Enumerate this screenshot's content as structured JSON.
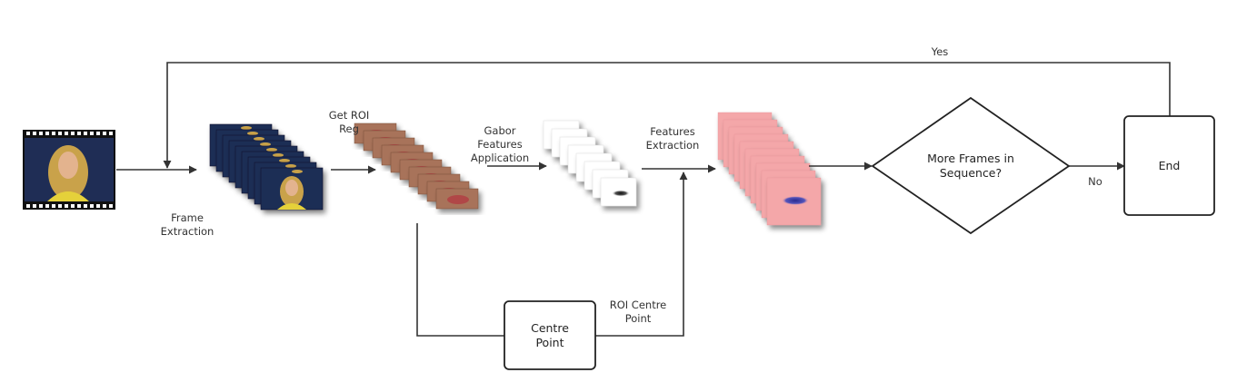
{
  "nodes": {
    "end": {
      "label": "End"
    },
    "centre_point": {
      "label_line1": "Centre",
      "label_line2": "Point"
    },
    "decision": {
      "label_line1": "More Frames in",
      "label_line2": "Sequence?"
    }
  },
  "edges": {
    "frame_extraction": {
      "line1": "Frame",
      "line2": "Extraction"
    },
    "get_roi": {
      "line1": "Get ROI",
      "line2": "Reg"
    },
    "gabor": {
      "line1": "Gabor",
      "line2": "Features",
      "line3": "Application"
    },
    "features_extraction": {
      "line1": "Features",
      "line2": "Extraction"
    },
    "roi_centre_point": {
      "line1": "ROI Centre",
      "line2": "Point"
    },
    "yes": "Yes",
    "no": "No"
  },
  "colors": {
    "line": "#333333",
    "video_bg": "#1f2d55",
    "lip_skin": "#a8735a",
    "pink": "#f4a7a9",
    "blob": "#3a3aa0"
  }
}
